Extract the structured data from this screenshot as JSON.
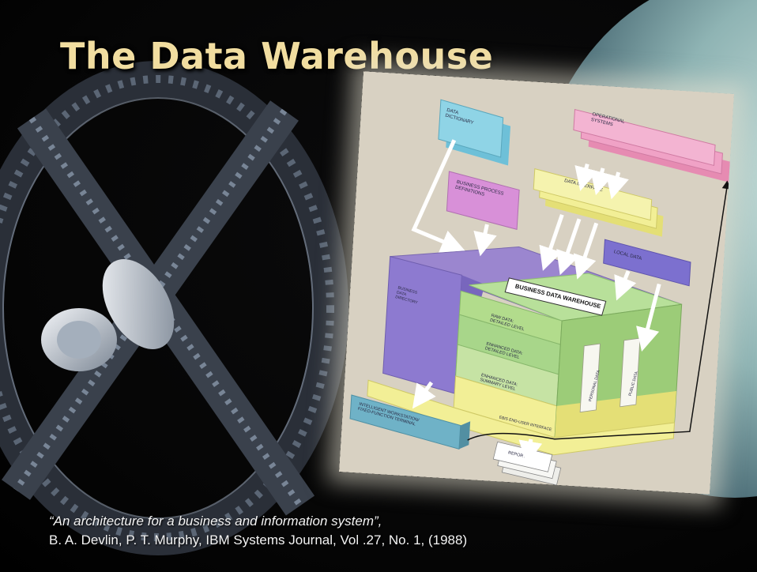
{
  "slide": {
    "title": "The Data Warehouse",
    "citation": {
      "title": "“An architecture for a business and information system”,",
      "authors": "B. A. Devlin, P. T. Murphy, IBM Systems Journal, Vol .27, No. 1, (1988)"
    }
  },
  "diagram": {
    "labels": {
      "data_dictionary": [
        "DATA",
        "DICTIONARY"
      ],
      "operational_systems": [
        "OPERATIONAL",
        "SYSTEMS"
      ],
      "data_interface": "DATA INTERFACE",
      "business_process_definitions": [
        "BUSINESS PROCESS",
        "DEFINITIONS"
      ],
      "local_data": "LOCAL DATA",
      "business_data_warehouse": "BUSINESS DATA WAREHOUSE",
      "business_data_directory": [
        "BUSINESS",
        "DATA",
        "DIRECTORY"
      ],
      "raw_data": [
        "RAW DATA:",
        "DETAILED LEVEL"
      ],
      "enhanced_detailed": [
        "ENHANCED DATA:",
        "DETAILED LEVEL"
      ],
      "enhanced_summary": [
        "ENHANCED DATA:",
        "SUMMARY LEVEL"
      ],
      "personal_data": "PERSONAL DATA",
      "public_data": "PUBLIC DATA",
      "ebis_interface": "EBIS END-USER INTERFACE",
      "workstation": [
        "INTELLIGENT WORKSTATION/",
        "FIXED-FUNCTION TERMINAL"
      ],
      "reports": "REPORTS"
    },
    "colors": {
      "paper": "#d8d1c2",
      "cyan": "#8fd4e6",
      "pink": "#f0a2c6",
      "yellow": "#f2ef96",
      "purple": "#9b86cf",
      "blue_purple": "#7c70cf",
      "green": "#b2dc8c",
      "teal": "#6fb2c7"
    }
  }
}
